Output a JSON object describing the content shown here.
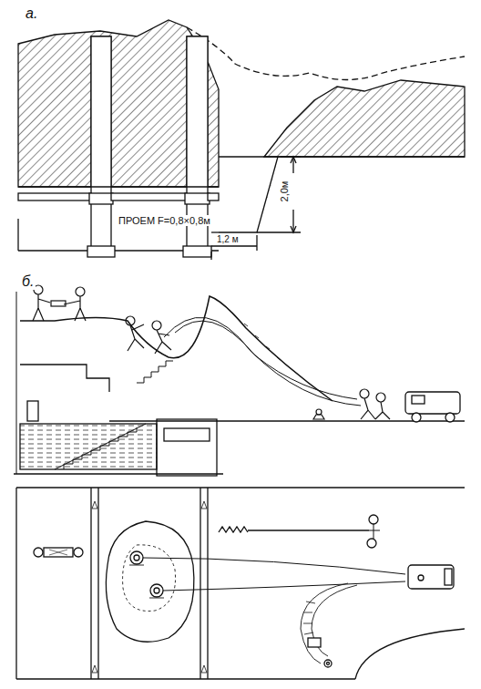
{
  "diagram": {
    "labels": [
      "а.",
      "ПРОЕМ F=0,8×0,8м",
      "2,0м",
      "1,2 м",
      "б."
    ]
  }
}
